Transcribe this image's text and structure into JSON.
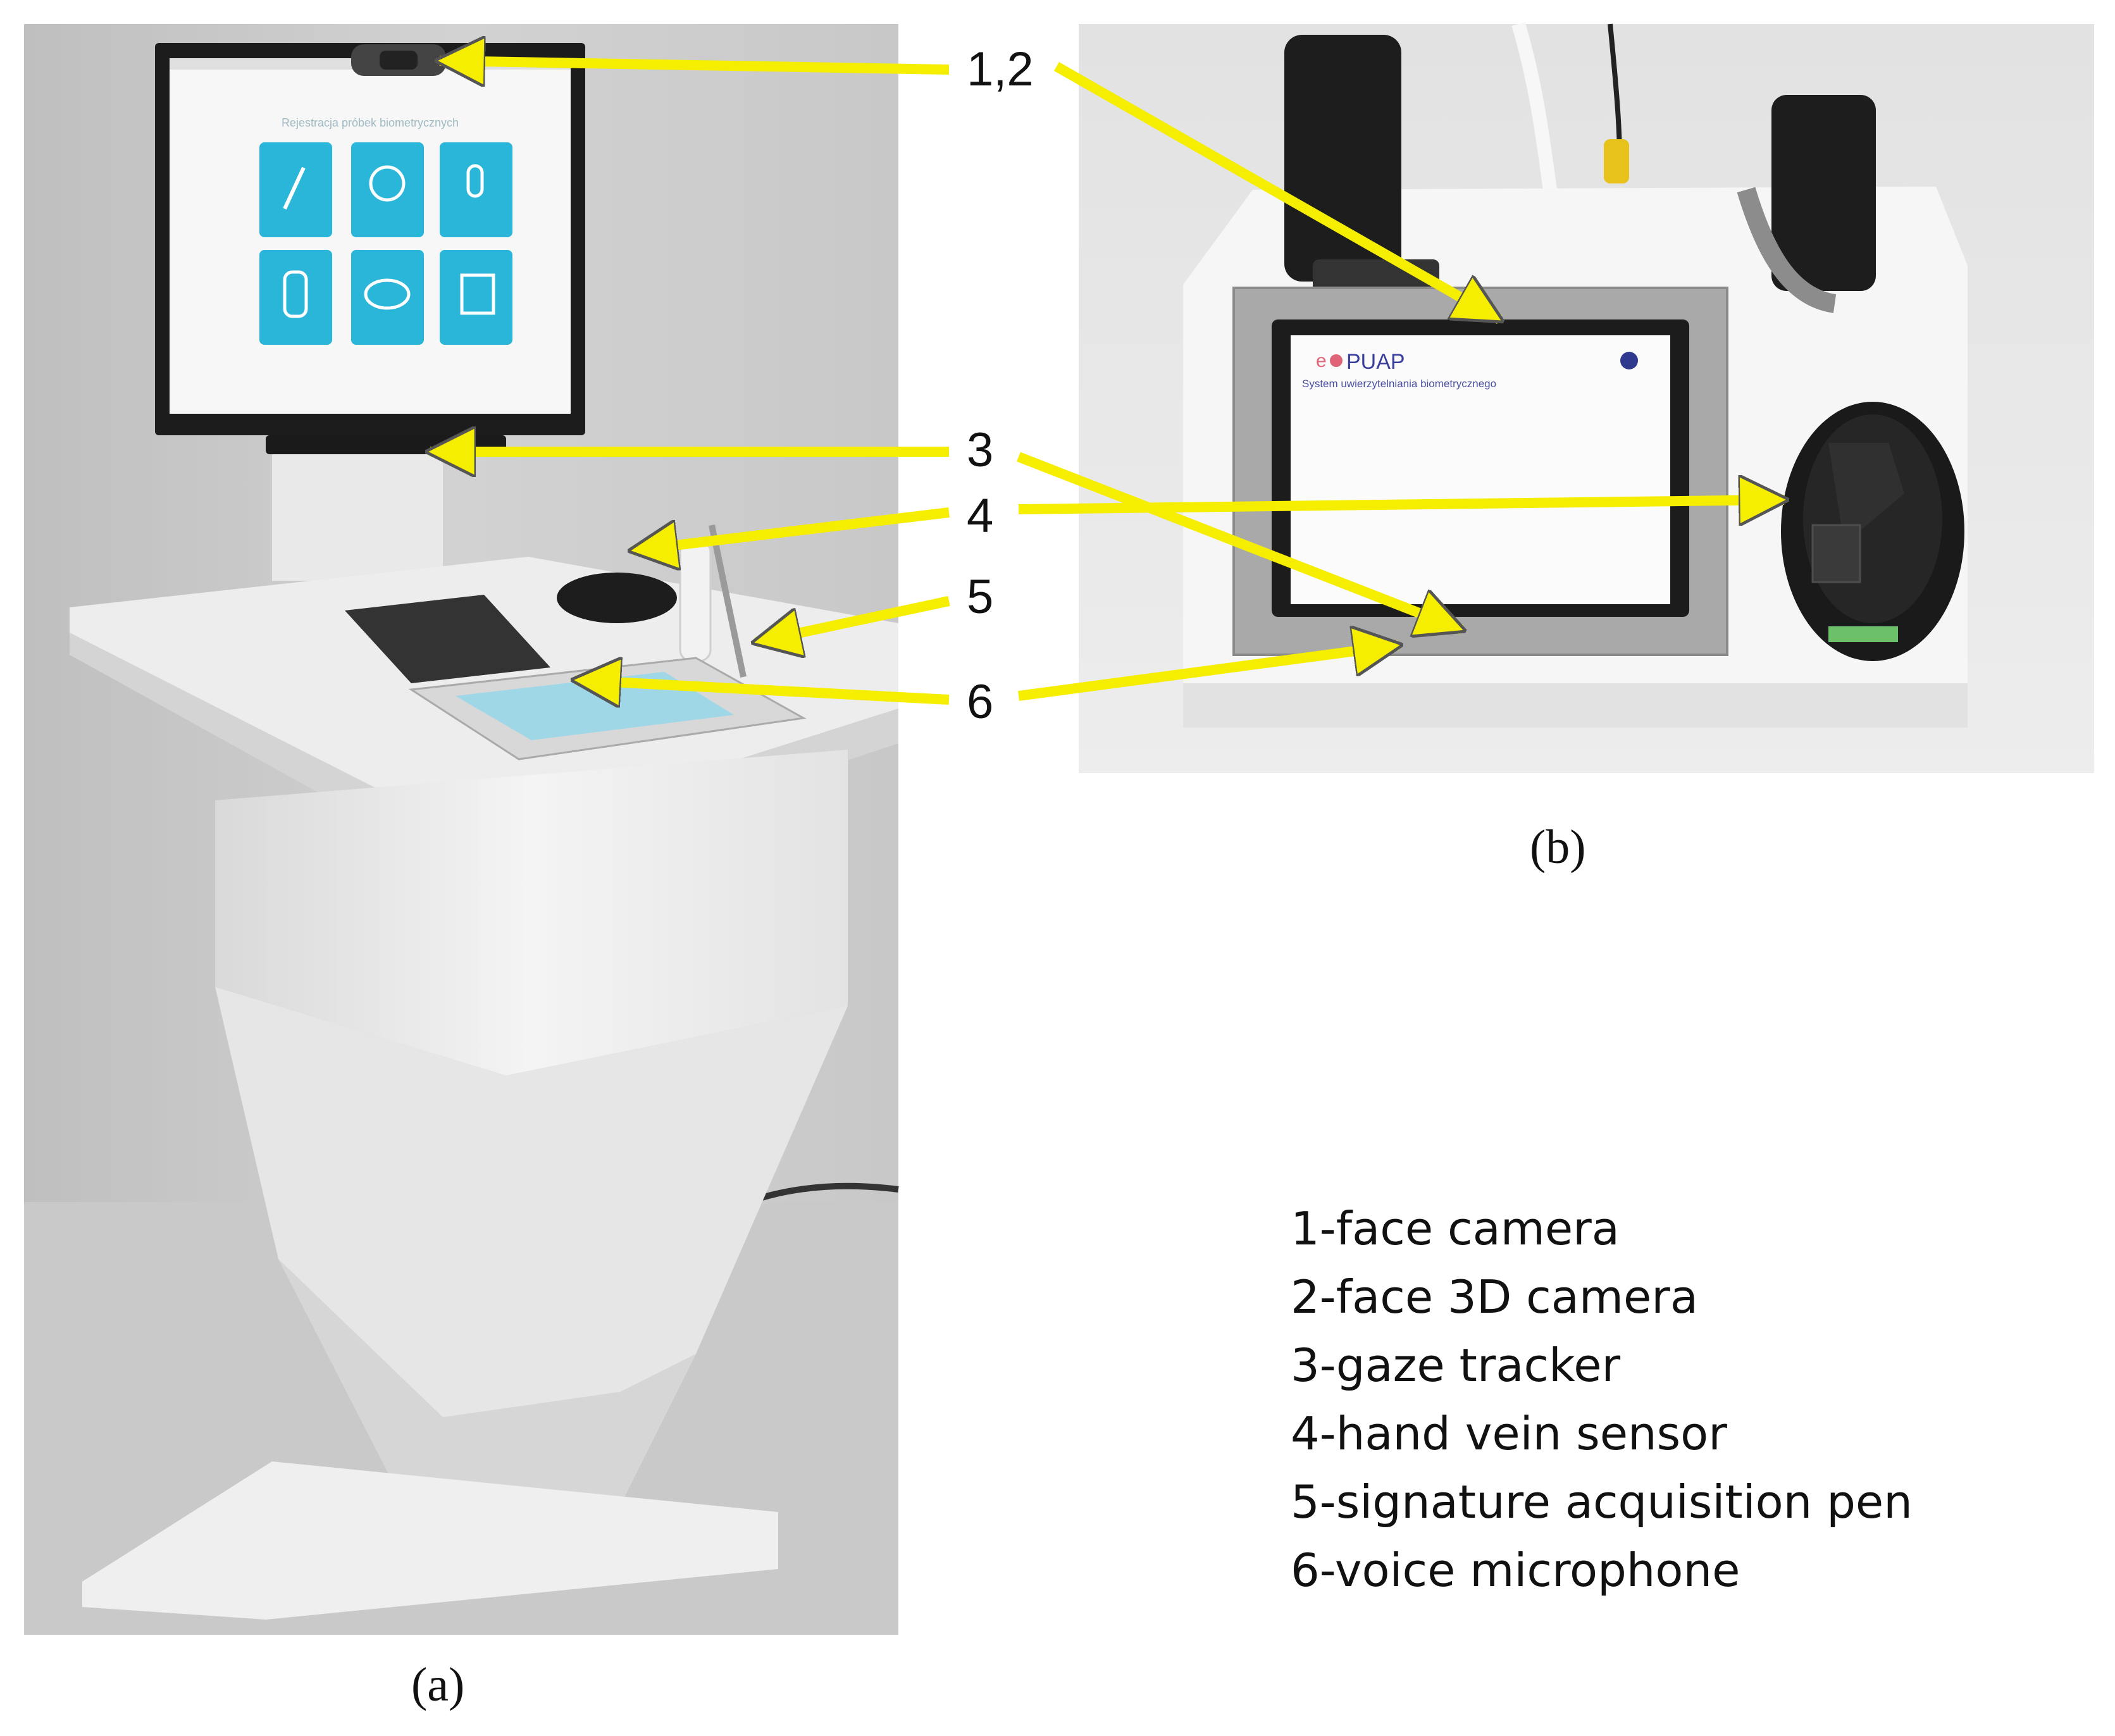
{
  "figure": {
    "captions": {
      "a": "(a)",
      "b": "(b)"
    },
    "callouts": {
      "c12": "1,2",
      "c3": "3",
      "c4": "4",
      "c5": "5",
      "c6": "6"
    },
    "legend": [
      "1-face camera",
      "2-face 3D camera",
      "3-gaze tracker",
      "4-hand vein sensor",
      "5-signature acquisition pen",
      "6-voice microphone"
    ],
    "screen_texts": {
      "kiosk_title": "Rejestracja próbek biometrycznych",
      "tablet_logo": "PUAP",
      "tablet_subtitle": "System uwierzytelniania biometrycznego"
    },
    "colors": {
      "arrow": "#f5ee00",
      "tile": "#29b6d8",
      "panel_bg": "#d6d6d6",
      "surface": "#ececec"
    }
  }
}
